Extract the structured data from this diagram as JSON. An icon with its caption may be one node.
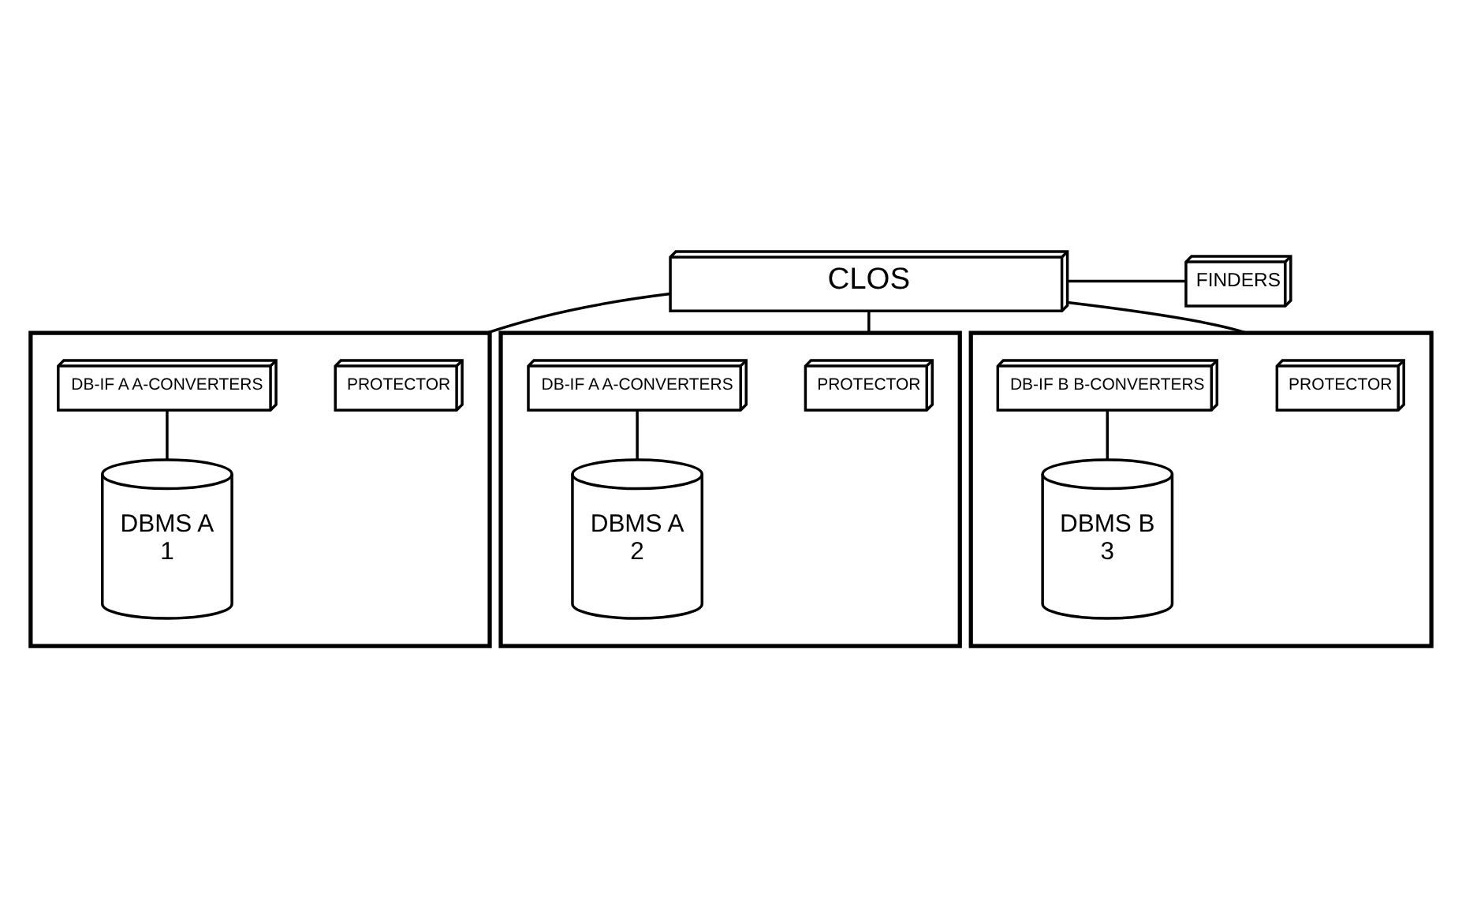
{
  "diagram": {
    "nodes": [
      {
        "text": [
          "CLOS"
        ]
      },
      {
        "text": [
          "FINDERS"
        ]
      },
      {
        "text": [],
        "shape": "box"
      },
      {
        "text": [
          "PROTECTOR"
        ],
        "in": 2
      },
      {
        "text": [
          "DB-IF A A-CONVERTERS"
        ],
        "in": 2
      },
      {
        "text": [
          "DBMS A",
          "1"
        ],
        "in": 2
      },
      {
        "text": [],
        "shape": "box"
      },
      {
        "text": [
          "PROTECTOR"
        ],
        "in": 6
      },
      {
        "text": [
          "DB-IF A A-CONVERTERS"
        ],
        "in": 6
      },
      {
        "text": [
          "DBMS A",
          "2"
        ],
        "in": 6
      },
      {
        "text": [],
        "shape": "box"
      },
      {
        "text": [
          "PROTECTOR"
        ],
        "in": 10
      },
      {
        "text": [
          "DB-IF B B-CONVERTERS"
        ],
        "in": 10
      },
      {
        "text": [
          "DBMS B",
          "3"
        ],
        "in": 10
      }
    ],
    "edges": [
      {
        "from": 0,
        "to": 1,
        "arrow": "none"
      },
      {
        "from": 0,
        "to": 2,
        "arrow": "none"
      },
      {
        "from": 0,
        "to": 6,
        "arrow": "none"
      },
      {
        "from": 0,
        "to": 10,
        "arrow": "none"
      },
      {
        "from": 4,
        "to": 5,
        "arrow": "none"
      },
      {
        "from": 8,
        "to": 9,
        "arrow": "none"
      },
      {
        "from": 12,
        "to": 13,
        "arrow": "none"
      }
    ]
  }
}
